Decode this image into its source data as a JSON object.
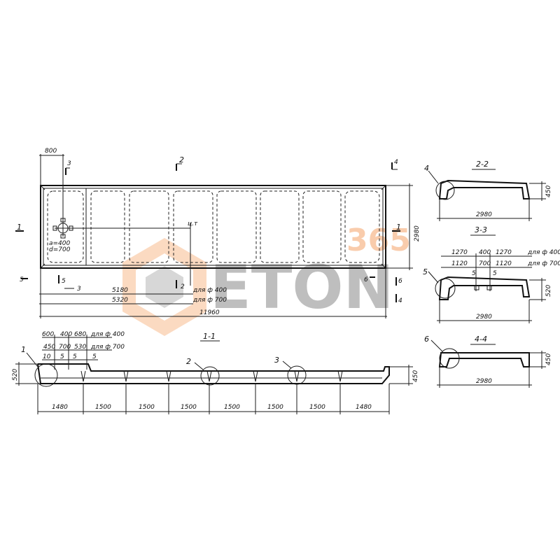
{
  "plan": {
    "dim_top": "800",
    "mark_3": "3",
    "mark_2": "2",
    "mark_4": "4",
    "mark_1": "1",
    "mark_5": "5",
    "mark_6": "6",
    "center_mark": "ц.т",
    "hole_a": "а=400",
    "hole_d": "d=700",
    "height": "2980",
    "dim_5180": "5180",
    "dim_5320": "5320",
    "dim_11960": "11960",
    "note_400": "для ф 400",
    "note_700": "для ф 700"
  },
  "section_11": {
    "title": "1-1",
    "d600": "600",
    "d400": "400",
    "d680": "680",
    "d450": "450",
    "d700": "700",
    "d530": "530",
    "d5": "5",
    "d10": "10",
    "note_400": "для ф 400",
    "note_700": "для ф 700",
    "callout_1": "1",
    "callout_2": "2",
    "callout_3": "3",
    "left_height": "520",
    "right_height": "450",
    "spans": [
      "1480",
      "1500",
      "1500",
      "1500",
      "1500",
      "1500",
      "1500",
      "1480"
    ]
  },
  "section_22": {
    "title": "2-2",
    "callout": "4",
    "width": "2980",
    "height": "450"
  },
  "section_33": {
    "title": "3-3",
    "callout": "5",
    "d1270a": "1270",
    "d400": "400",
    "d1270b": "1270",
    "d1120a": "1120",
    "d700": "700",
    "d1120b": "1120",
    "d5": "5",
    "note_400": "для ф 400",
    "note_700": "для ф 700",
    "width": "2980",
    "height": "520"
  },
  "section_44": {
    "title": "4-4",
    "callout": "6",
    "width": "2980",
    "height": "450"
  },
  "watermark": {
    "brand": "ETON",
    "number": "365",
    "color_accent": "#f5a46a",
    "color_gray": "#8a8a8a"
  }
}
